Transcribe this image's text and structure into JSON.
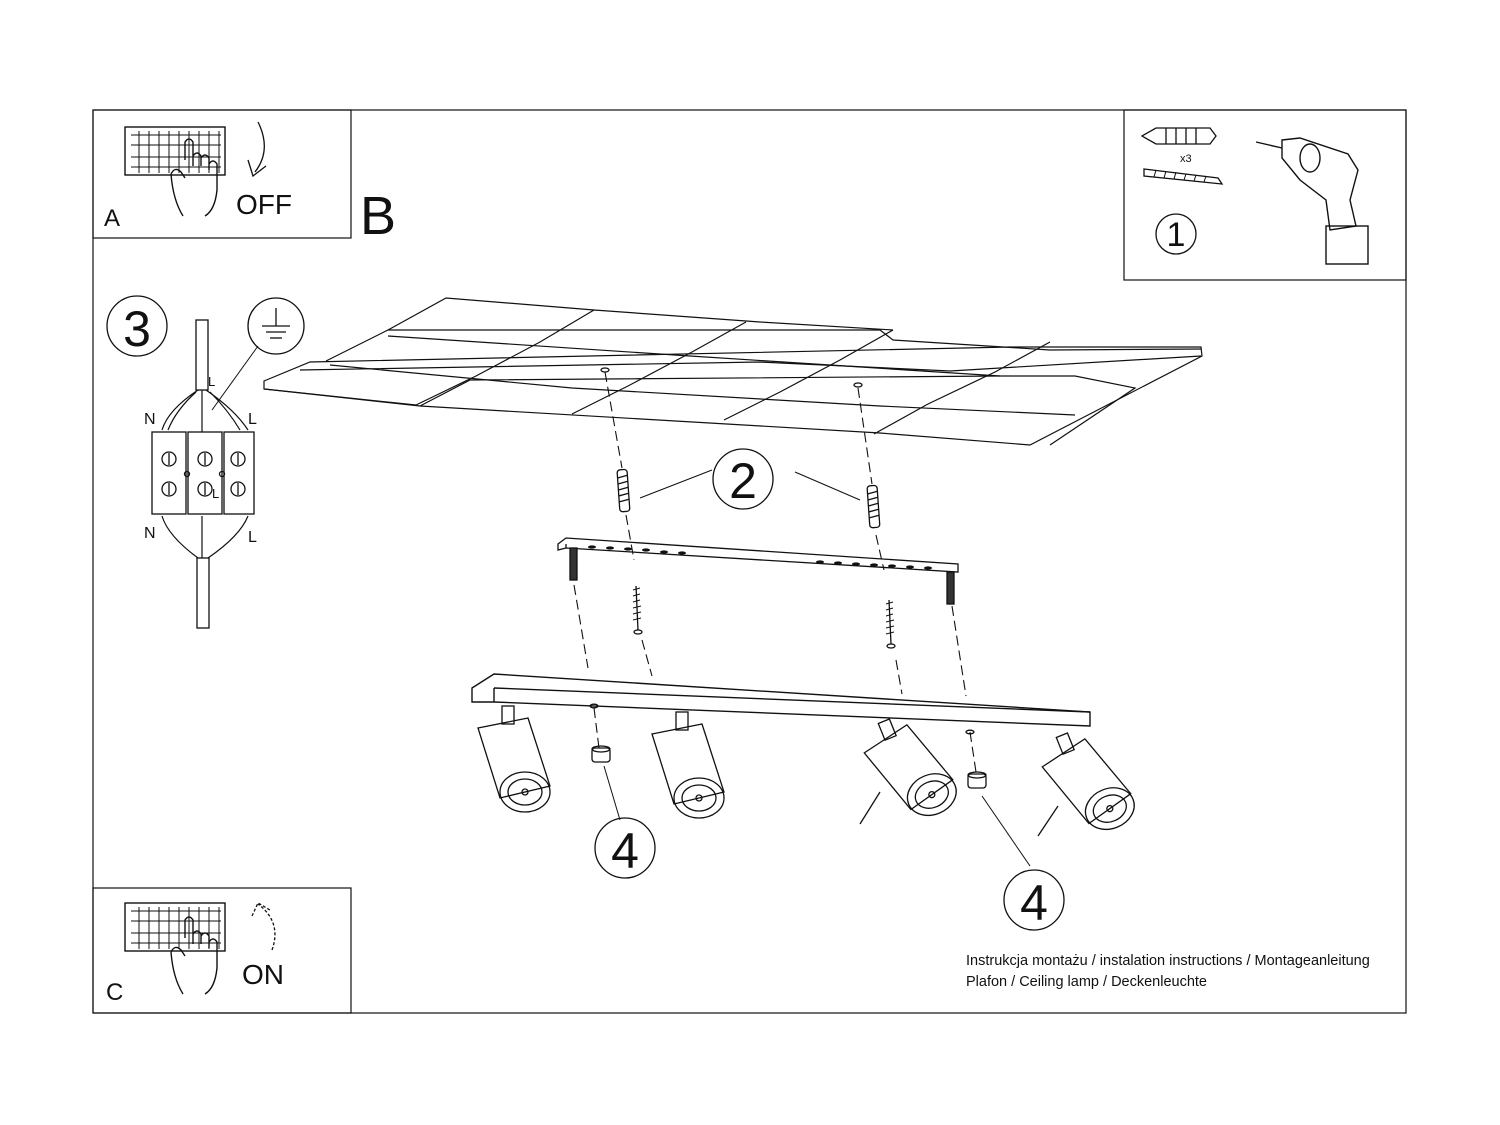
{
  "panel_a": {
    "letter": "A",
    "action": "OFF"
  },
  "panel_b": {
    "letter": "B"
  },
  "panel_c": {
    "letter": "C",
    "action": "ON"
  },
  "tools": {
    "quantity": "x3",
    "step": "1"
  },
  "steps": {
    "drill": "1",
    "anchors": "2",
    "wiring": "3",
    "fix": "4"
  },
  "wiring": {
    "neutral_top": "N",
    "live_top": "L",
    "neutral_bottom": "N",
    "live_bottom": "L",
    "live_in": "L",
    "live_mid": "L"
  },
  "caption": {
    "line1": "Instrukcja montażu / instalation instructions / Montageanleitung",
    "line2": "Plafon / Ceiling lamp / Deckenleuchte"
  }
}
